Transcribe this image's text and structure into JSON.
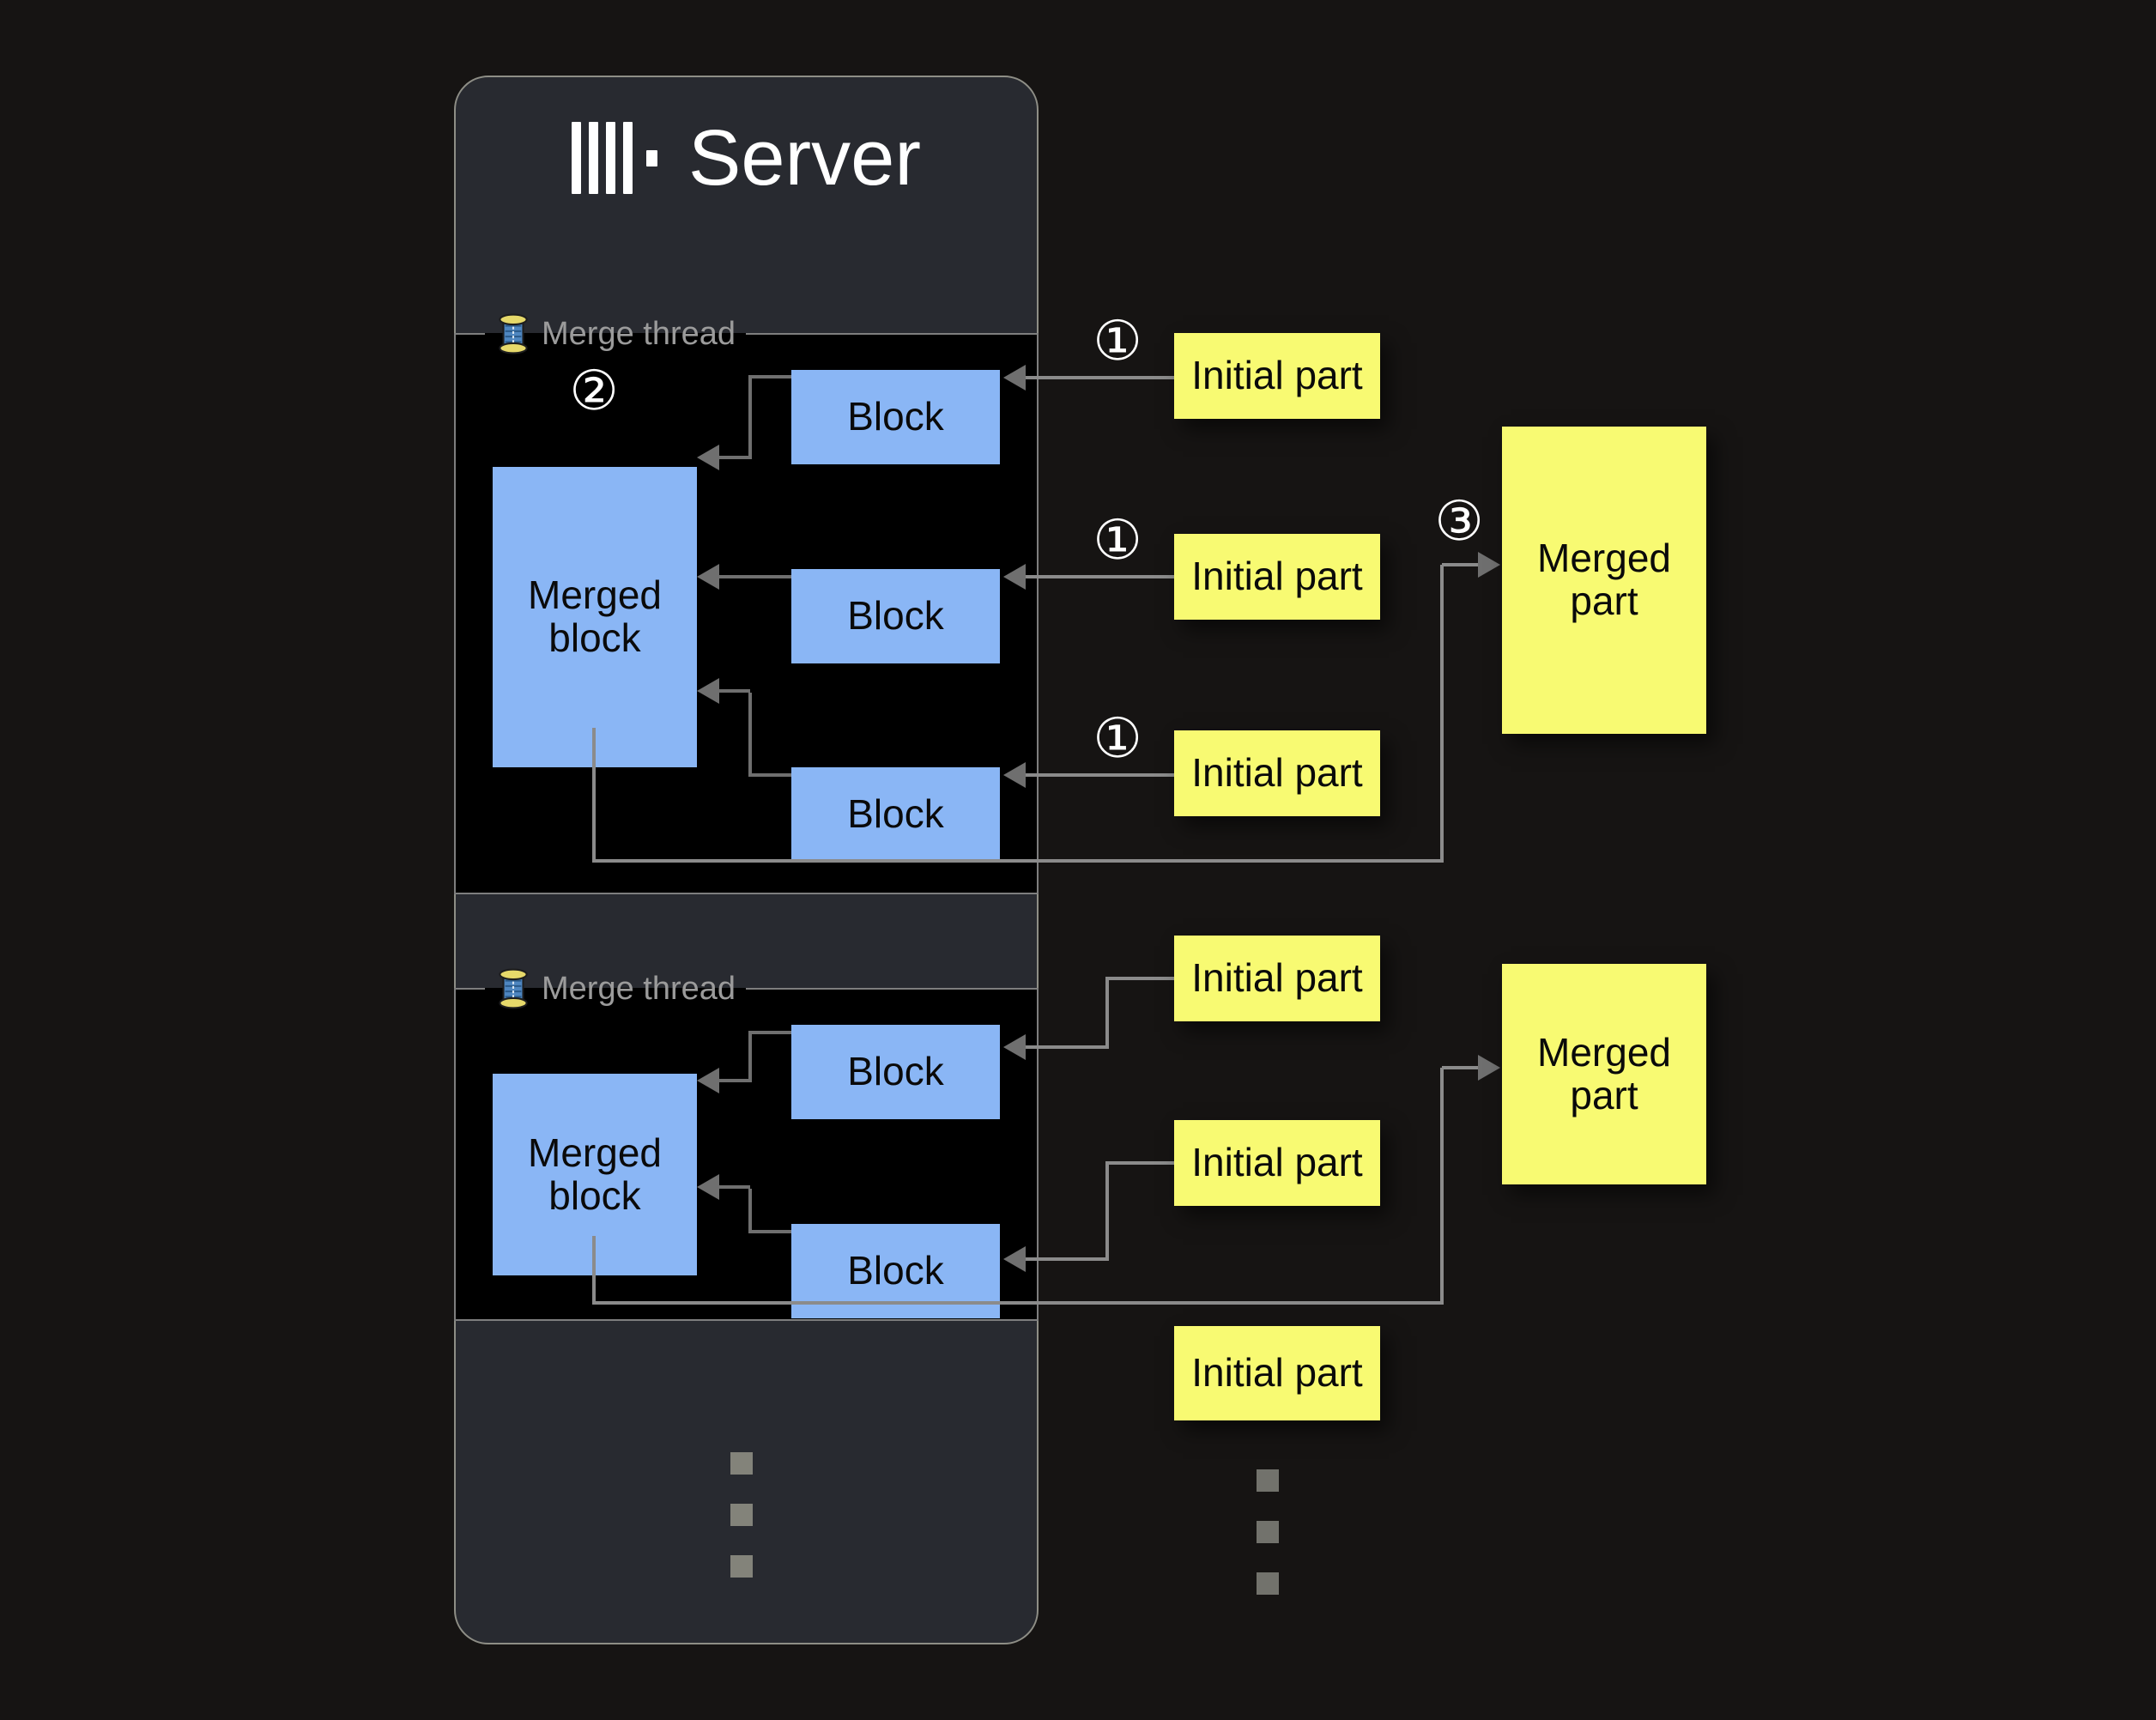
{
  "server": {
    "title": "Server"
  },
  "icons": {
    "logo": "clickhouse-bars-logo",
    "thread": "thread-spool-icon"
  },
  "threads": [
    {
      "label": "Merge thread",
      "merged_block": "Merged block",
      "blocks": [
        "Block",
        "Block",
        "Block"
      ]
    },
    {
      "label": "Merge thread",
      "merged_block": "Merged block",
      "blocks": [
        "Block",
        "Block"
      ]
    }
  ],
  "group1": {
    "initial_parts": [
      "Initial part",
      "Initial part",
      "Initial part"
    ],
    "merged_part": "Merged part"
  },
  "group2": {
    "initial_parts": [
      "Initial part",
      "Initial part",
      "Initial part"
    ],
    "merged_part": "Merged part"
  },
  "badges": {
    "step1": "①",
    "step2": "②",
    "step3": "③"
  },
  "colors": {
    "canvas_bg": "#161413",
    "panel_bg": "#282a30",
    "section_bg": "#000000",
    "accent_blue": "#8ab6f5",
    "accent_yellow": "#f8fa72",
    "connector_gray": "#8b8b8b",
    "label_gray": "#9b9b9b",
    "white": "#ffffff"
  }
}
